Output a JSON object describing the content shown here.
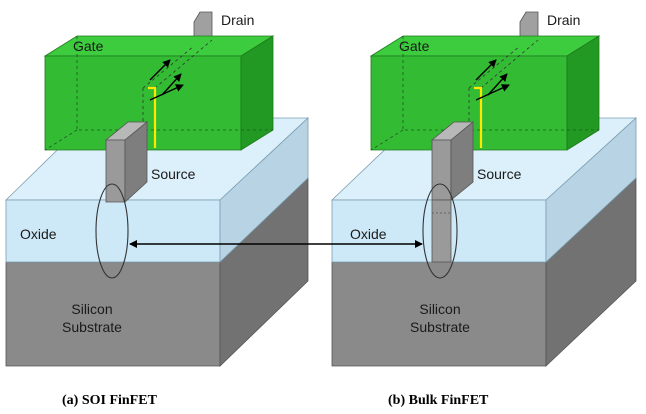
{
  "panels": [
    {
      "id": "soi",
      "caption": "(a) SOI FinFET",
      "labels": {
        "drain": "Drain",
        "gate": "Gate",
        "source": "Source",
        "oxide": "Oxide",
        "substrate_line1": "Silicon",
        "substrate_line2": "Substrate"
      }
    },
    {
      "id": "bulk",
      "caption": "(b) Bulk FinFET",
      "labels": {
        "drain": "Drain",
        "gate": "Gate",
        "source": "Source",
        "oxide": "Oxide",
        "substrate_line1": "Silicon",
        "substrate_line2": "Substrate"
      }
    }
  ],
  "colors": {
    "gate": "#33bb33",
    "oxide": "#d4ecf8",
    "substrate": "#8c8c8c",
    "fin": "#9e9e9e",
    "channel_edge": "#ffe800"
  }
}
